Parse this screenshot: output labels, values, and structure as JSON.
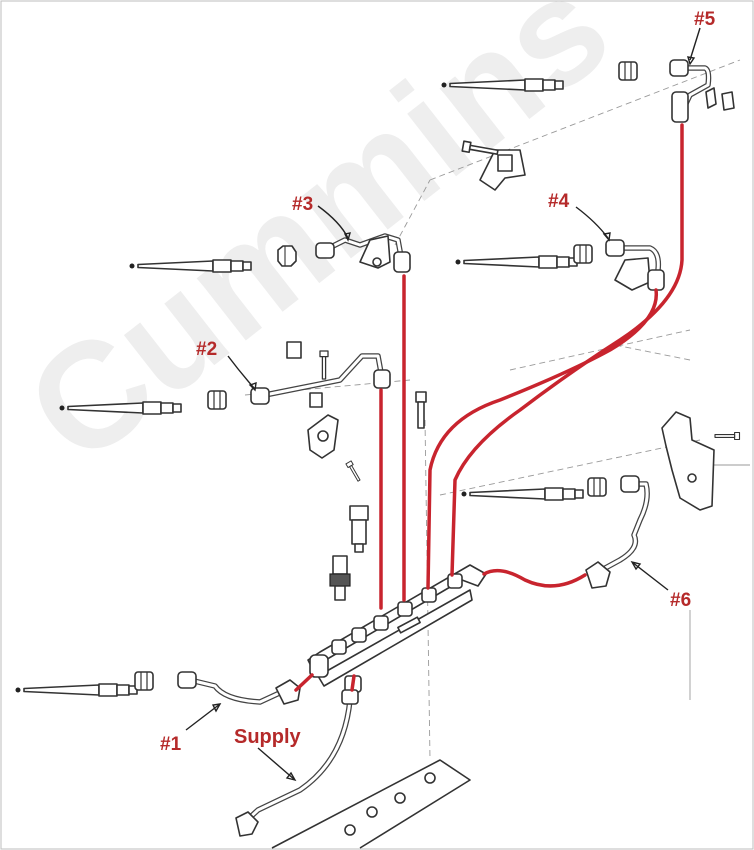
{
  "labels": {
    "n1": "#1",
    "n2": "#2",
    "n3": "#3",
    "n4": "#4",
    "n5": "#5",
    "n6": "#6",
    "supply": "Supply"
  },
  "watermark": "Cummins",
  "colors": {
    "fuel_line": "#c8242e",
    "label_text": "#b52a2a",
    "part_outline": "#333333",
    "watermark": "#eeeeee"
  }
}
